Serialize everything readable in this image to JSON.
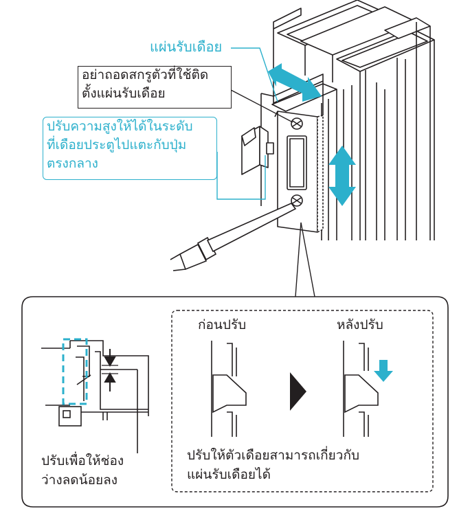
{
  "labels": {
    "strike_plate": "แผ่นรับเดือย",
    "do_not_remove_line1": "อย่าถอดสกรูตัวที่ใช้ติด",
    "do_not_remove_line2": "ตั้งแผ่นรับเดือย",
    "adjust_height_line1": "ปรับความสูงให้ได้ในระดับ",
    "adjust_height_line2": "ที่เดือยประตูไปแตะกับปุ่ม",
    "adjust_height_line3": "ตรงกลาง",
    "before_adjust": "ก่อนปรับ",
    "after_adjust": "หลังปรับ",
    "gap_line1": "ปรับเพื่อให้ช่อง",
    "gap_line2": "ว่างลดน้อยลง",
    "latch_line1": "ปรับให้ตัวเดือยสามารถเกี่ยวกับ",
    "latch_line2": "แผ่นรับเดือยได้"
  },
  "colors": {
    "accent": "#2cb0cc",
    "line": "#231f20",
    "background": "#ffffff"
  }
}
